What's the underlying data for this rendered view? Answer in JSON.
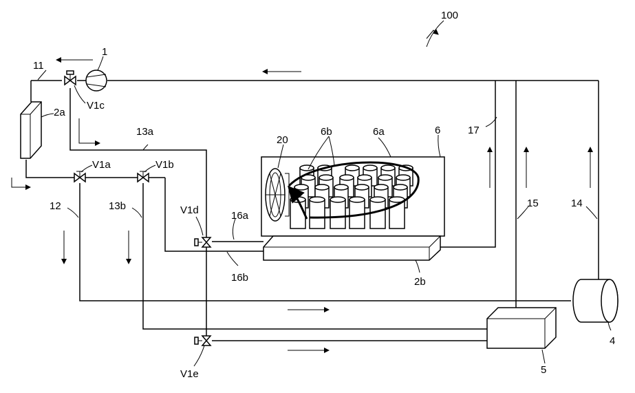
{
  "labels": {
    "system": "100",
    "compressor": "1",
    "hx_a": "2a",
    "hx_b": "2b",
    "tank": "4",
    "unit": "5",
    "chamber": "6",
    "chamber_interior": "6a",
    "items": "6b",
    "pipe_11": "11",
    "pipe_12": "12",
    "pipe_13a": "13a",
    "pipe_13b": "13b",
    "pipe_14": "14",
    "pipe_15": "15",
    "pipe_16a": "16a",
    "pipe_16b": "16b",
    "pipe_17": "17",
    "fan": "20",
    "valve_a": "V1a",
    "valve_b": "V1b",
    "valve_c": "V1c",
    "valve_d": "V1d",
    "valve_e": "V1e"
  }
}
